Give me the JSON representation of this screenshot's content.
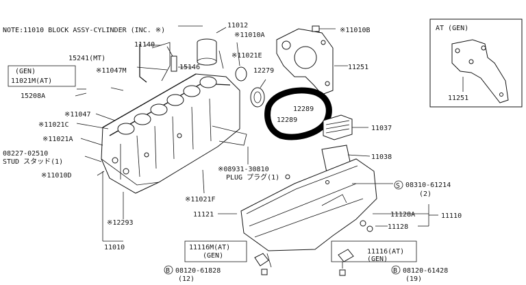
{
  "note": "NOTE:11010 BLOCK ASSY-CYLINDER (INC. ※)",
  "labels": {
    "p11012": "11012",
    "p11010A": "※11010A",
    "p11010B": "※11010B",
    "p11140": "11140",
    "p15241": "15241(MT)",
    "p11047M": "※11047M",
    "p15146": "15146",
    "p11021E": "※11021E",
    "p12279": "12279",
    "p11251": "11251",
    "gen": "(GEN)",
    "p11021M": "11021M(AT)",
    "p15208A": "15208A",
    "p11047": "※11047",
    "p11021C": "※11021C",
    "p11021A": "※11021A",
    "p08227": "08227-02510",
    "stud": "STUD スタッド(1)",
    "p11010D": "※11010D",
    "p12289a": "12289",
    "p12289b": "12289",
    "p11037": "11037",
    "p11038": "11038",
    "p08931": "※08931-30810",
    "plug": "PLUG プラグ(1)",
    "p08310": "08310-61214",
    "p08310q": "(2)",
    "p11021F": "※11021F",
    "p11121": "11121",
    "p11128A": "11128A",
    "p11110": "11110",
    "p11128": "11128",
    "p12293": "※12293",
    "p11010": "11010",
    "p11116M": "11116M(AT)",
    "gen2": "(GEN)",
    "p11116": "11116(AT)",
    "gen3": "(GEN)",
    "p08120a": "08120-61828",
    "p08120aq": "(12)",
    "p08120b": "08120-61428",
    "p08120bq": "(19)",
    "inset_title": "AT (GEN)",
    "inset_part": "11251",
    "circleB": "B",
    "circleS": "S"
  }
}
